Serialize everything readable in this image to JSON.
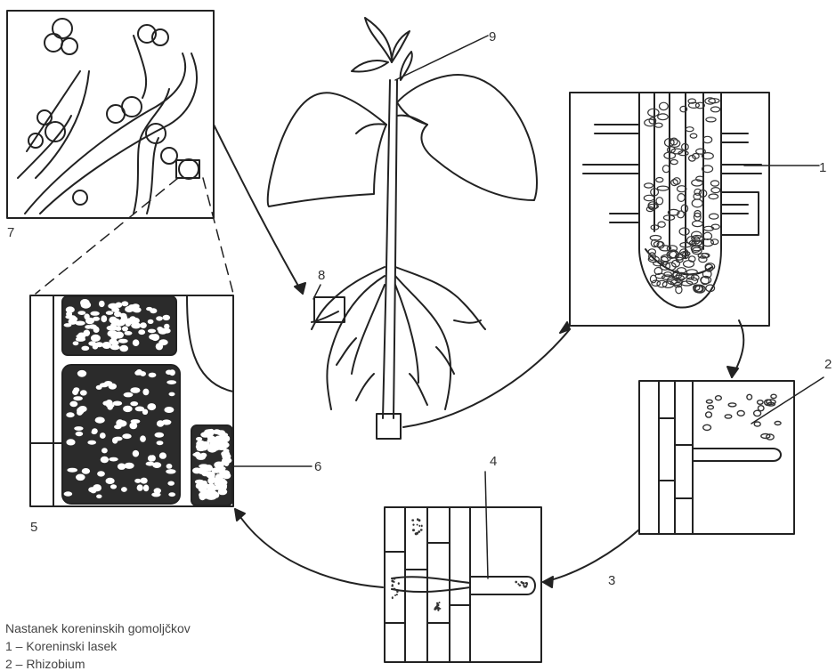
{
  "labels": {
    "n1": "1",
    "n2": "2",
    "n3": "3",
    "n4": "4",
    "n5": "5",
    "n6": "6",
    "n7": "7",
    "n8": "8",
    "n9": "9"
  },
  "caption": {
    "title": "Nastanek koreninskih gomoljčkov",
    "items": [
      "1 – Koreninski lasek",
      "2 – Rhizobium"
    ]
  }
}
